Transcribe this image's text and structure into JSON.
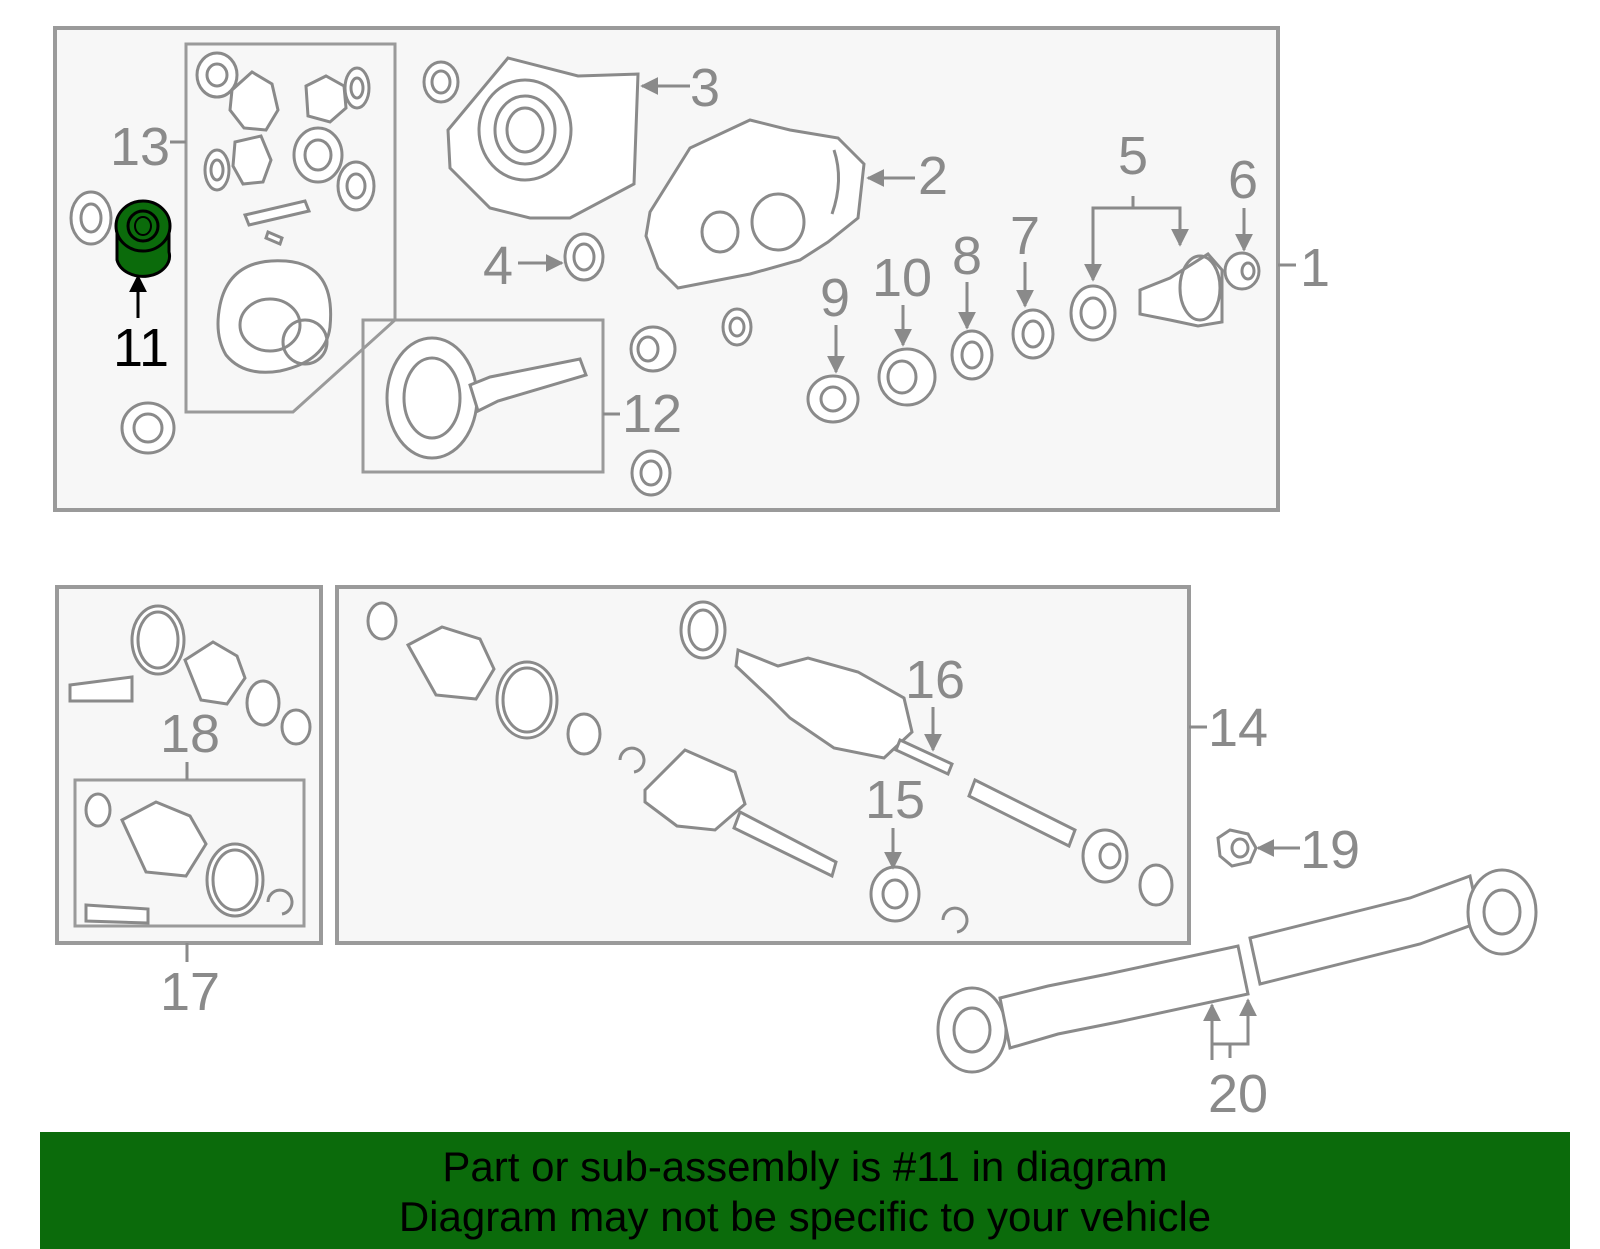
{
  "colors": {
    "highlight": "#0b6b0b",
    "banner_bg": "#0b6b0b",
    "label_gray": "#8a8a8a",
    "box_bg": "#f7f7f7"
  },
  "labels": {
    "p1": "1",
    "p2": "2",
    "p3": "3",
    "p4": "4",
    "p5": "5",
    "p6": "6",
    "p7": "7",
    "p8": "8",
    "p9": "9",
    "p10": "10",
    "p11": "11",
    "p12": "12",
    "p13": "13",
    "p14": "14",
    "p15": "15",
    "p16": "16",
    "p17": "17",
    "p18": "18",
    "p19": "19",
    "p20": "20"
  },
  "highlighted_part": "11",
  "banner": {
    "line1": "Part or sub-assembly is #11 in diagram",
    "line2": "Diagram may not be specific to your vehicle"
  }
}
